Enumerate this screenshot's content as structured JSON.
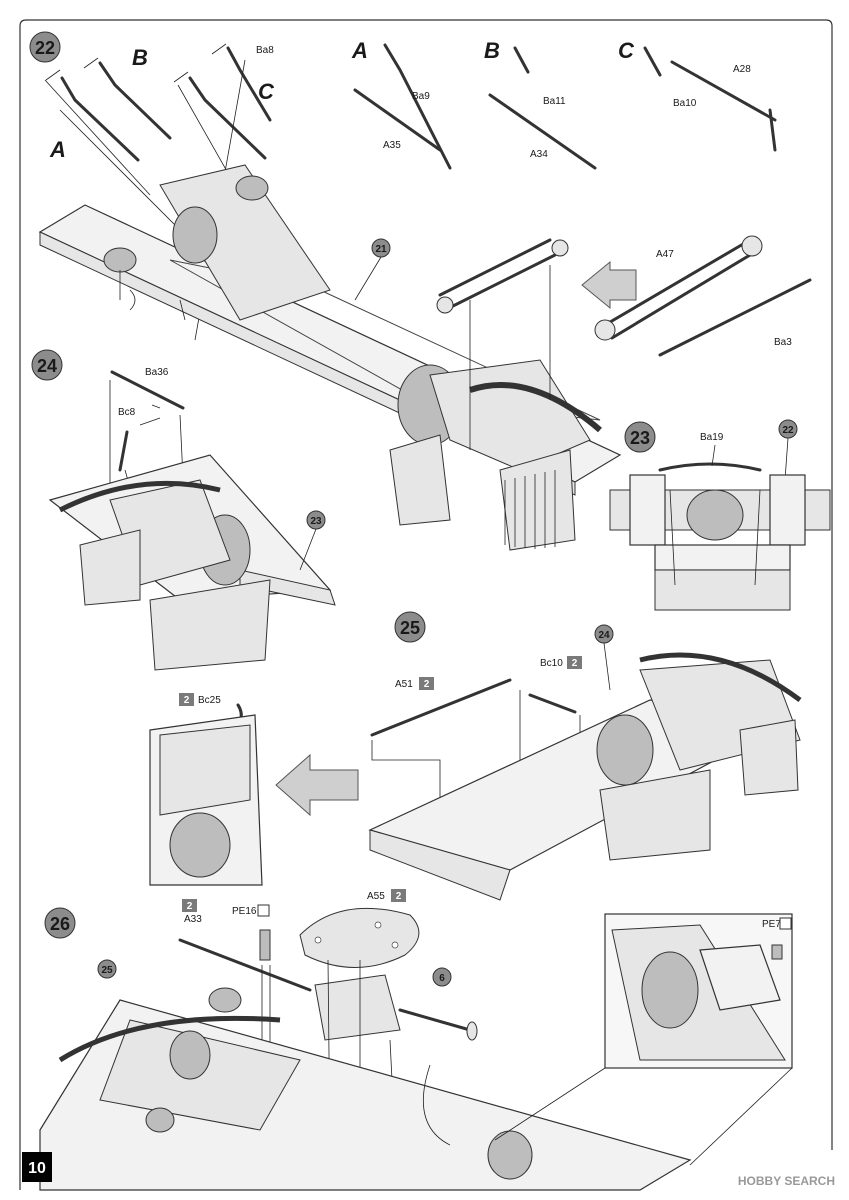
{
  "page_number": "10",
  "watermark": "HOBBY SEARCH",
  "steps": {
    "s21": "21",
    "s22": "22",
    "s23": "23",
    "s24": "24",
    "s25": "25",
    "s26": "26"
  },
  "variants": {
    "a": "A",
    "b": "B",
    "c": "C"
  },
  "parts": {
    "ba8": "Ba8",
    "ba9": "Ba9",
    "ba10": "Ba10",
    "ba11": "Ba11",
    "a28": "A28",
    "a34": "A34",
    "a35": "A35",
    "a47": "A47",
    "ba3": "Ba3",
    "ba19": "Ba19",
    "ba36": "Ba36",
    "bc8": "Bc8",
    "bc10": "Bc10",
    "a51": "A51",
    "bc25": "Bc25",
    "a33": "A33",
    "pe16": "PE16",
    "a55": "A55",
    "pe7": "PE7"
  },
  "refs": {
    "r22": "22",
    "r23": "23",
    "r24": "24",
    "r25": "25",
    "r6": "6"
  },
  "qty": {
    "two": "2"
  },
  "colors": {
    "frame_border": "#333333",
    "qty_badge": "#7a7a7a",
    "step_circle": "#8c8c8c"
  }
}
